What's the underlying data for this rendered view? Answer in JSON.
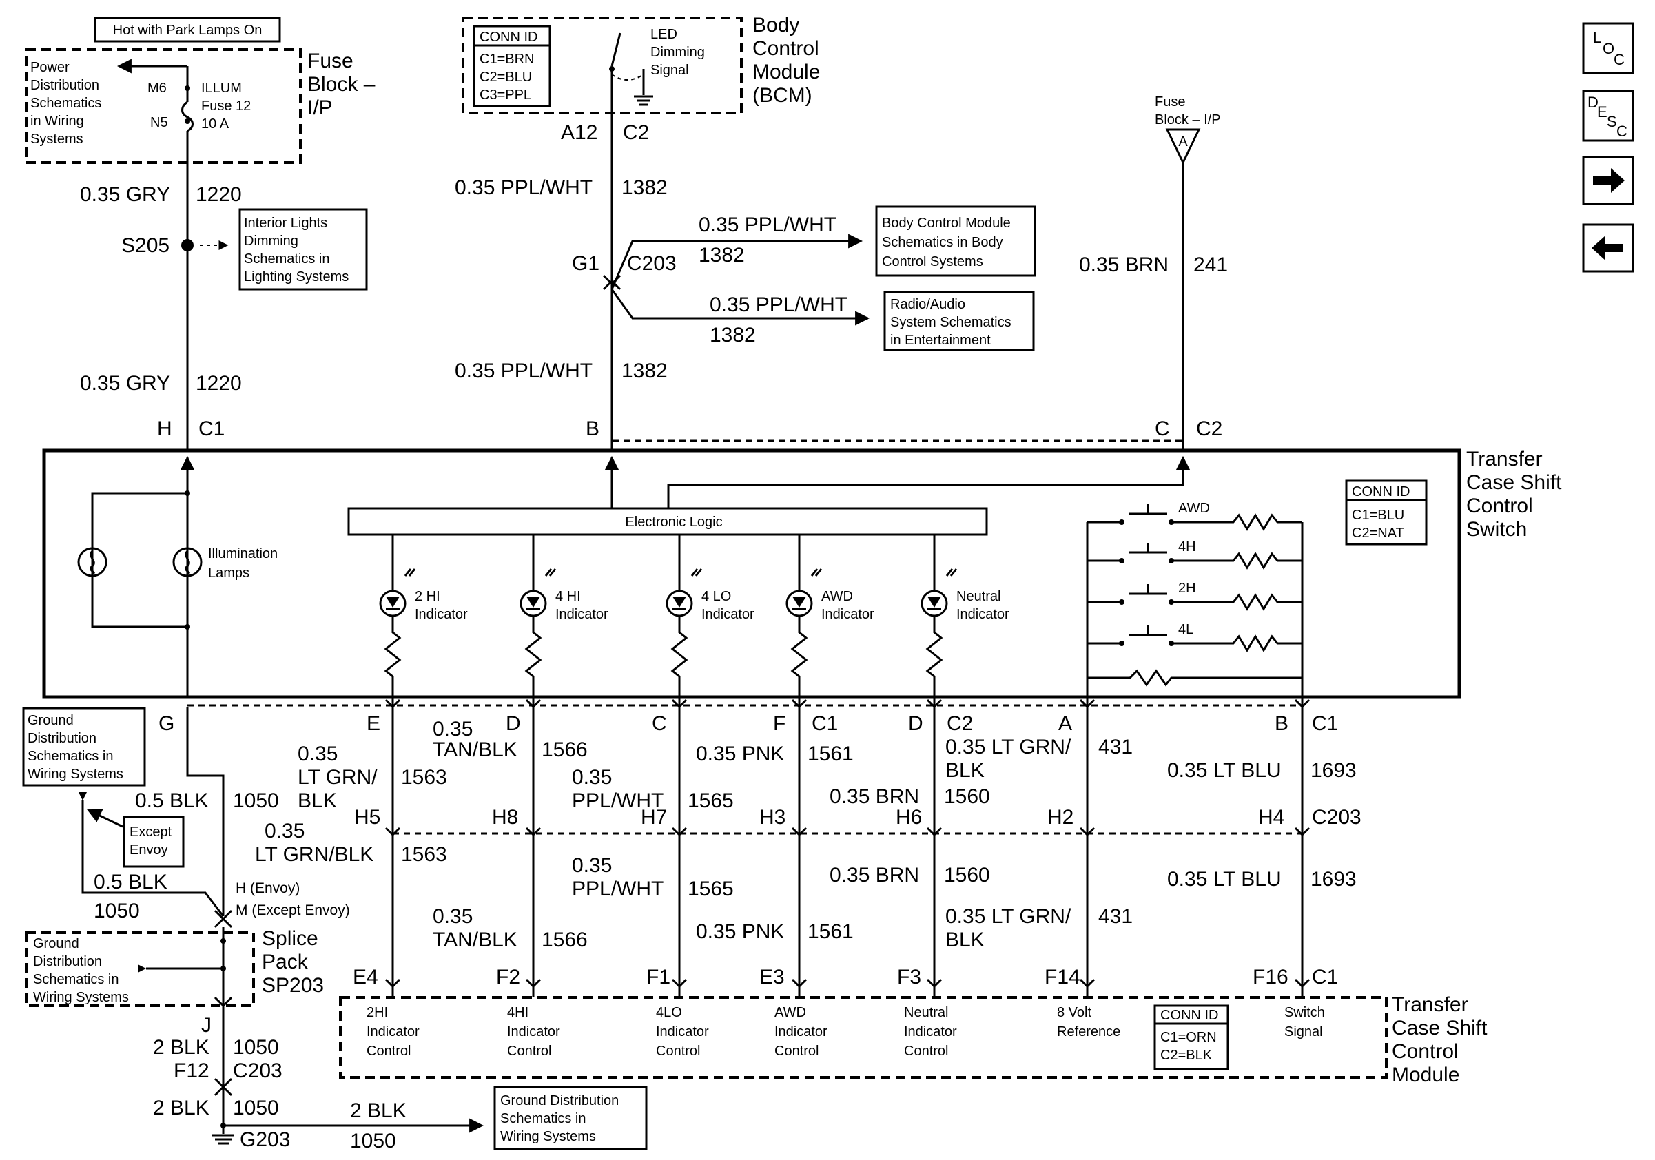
{
  "top_labels": {
    "hot_park": "Hot with Park Lamps On",
    "fuse_block_ip_title": [
      "Fuse",
      "Block –",
      "I/P"
    ],
    "power_dist": [
      "Power",
      "Distribution",
      "Schematics",
      "in Wiring",
      "Systems"
    ],
    "m6": "M6",
    "n5": "N5",
    "illum": [
      "ILLUM",
      "Fuse 12",
      "10 A"
    ],
    "bcm_conn_id": [
      "CONN ID",
      "C1=BRN",
      "C2=BLU",
      "C3=PPL"
    ],
    "led_dimming": [
      "LED",
      "Dimming",
      "Signal"
    ],
    "bcm_title": [
      "Body",
      "Control",
      "Module",
      "(BCM)"
    ],
    "fuse_block_a": [
      "Fuse",
      "Block – I/P"
    ],
    "fuse_a_letter": "A"
  },
  "wires": {
    "gry_1": "0.35 GRY",
    "gry_1_num": "1220",
    "s205": "S205",
    "interior_lights": [
      "Interior Lights",
      "Dimming",
      "Schematics in",
      "Lighting Systems"
    ],
    "gry_2": "0.35 GRY",
    "gry_2_num": "1220",
    "h_c1_h": "H",
    "h_c1_c1": "C1",
    "a12": "A12",
    "c2_bcm": "C2",
    "ppl_1": "0.35 PPL/WHT",
    "ppl_1_num": "1382",
    "g1": "G1",
    "c203_top": "C203",
    "ppl_bcm": "0.35 PPL/WHT",
    "ppl_bcm_num": "1382",
    "bcm_ref": [
      "Body Control Module",
      "Schematics in Body",
      "Control Systems"
    ],
    "ppl_radio": "0.35 PPL/WHT",
    "ppl_radio_num": "1382",
    "radio_ref": [
      "Radio/Audio",
      "System Schematics",
      "in Entertainment"
    ],
    "ppl_2": "0.35 PPL/WHT",
    "ppl_2_num": "1382",
    "b_pin": "B",
    "brn_241": "0.35 BRN",
    "brn_241_num": "241",
    "c_pin": "C",
    "c2_pin": "C2"
  },
  "switch": {
    "title": [
      "Transfer",
      "Case Shift",
      "Control",
      "Switch"
    ],
    "conn_id": [
      "CONN ID",
      "C1=BLU",
      "C2=NAT"
    ],
    "electronic_logic": "Electronic Logic",
    "illumination": [
      "Illumination",
      "Lamps"
    ],
    "indicators": [
      [
        "2 HI",
        "Indicator"
      ],
      [
        "4 HI",
        "Indicator"
      ],
      [
        "4 LO",
        "Indicator"
      ],
      [
        "AWD",
        "Indicator"
      ],
      [
        "Neutral",
        "Indicator"
      ]
    ],
    "switches": [
      "AWD",
      "4H",
      "2H",
      "4L"
    ]
  },
  "lower": {
    "pins_top": [
      "G",
      "E",
      "D",
      "C",
      "F",
      "C1",
      "D",
      "C2",
      "A",
      "B",
      "C1"
    ],
    "ground_dist_1": [
      "Ground",
      "Distribution",
      "Schematics in",
      "Wiring Systems"
    ],
    "blk_05": "0.5 BLK",
    "blk_05_num": "1050",
    "except_envoy": [
      "Except",
      "Envoy"
    ],
    "blk_05b": "0.5 BLK",
    "blk_05b_num": "1050",
    "h_envoy": "H (Envoy)",
    "m_except": "M (Except Envoy)",
    "ground_dist_2": [
      "Ground",
      "Distribution",
      "Schematics in",
      "Wiring Systems"
    ],
    "splice_pack": [
      "Splice",
      "Pack",
      "SP203"
    ],
    "j": "J",
    "blk2_1050a": "2 BLK",
    "num_1050a": "1050",
    "f12": "F12",
    "c203_low": "C203",
    "blk2_1050b": "2 BLK",
    "num_1050b": "1050",
    "g203": "G203",
    "blk2_right": "2 BLK",
    "num_right": "1050",
    "ground_dist_3": [
      "Ground Distribution",
      "Schematics in",
      "Wiring Systems"
    ],
    "upper_wires": [
      {
        "size": "0.35",
        "color": "LT GRN/",
        "color2": "BLK",
        "num": "1563"
      },
      {
        "size": "0.35",
        "color": "TAN/BLK",
        "num": "1566"
      },
      {
        "size": "0.35",
        "color": "PPL/WHT",
        "num": "1565"
      },
      {
        "label": "0.35 PNK",
        "num": "1561"
      },
      {
        "label": "0.35 BRN",
        "num": "1560"
      },
      {
        "label": "0.35 LT GRN/",
        "label2": "BLK",
        "num": "431"
      },
      {
        "label": "0.35 LT BLU",
        "num": "1693"
      }
    ],
    "mid_pins": [
      "H5",
      "H8",
      "H7",
      "H3",
      "H6",
      "H2",
      "H4",
      "C203"
    ],
    "lower_wires": [
      {
        "size": "0.35",
        "color": "LT GRN/BLK",
        "num": "1563"
      },
      {
        "size": "0.35",
        "color": "TAN/BLK",
        "num": "1566"
      },
      {
        "size": "0.35",
        "color": "PPL/WHT",
        "num": "1565"
      },
      {
        "label": "0.35 PNK",
        "num": "1561"
      },
      {
        "label": "0.35 BRN",
        "num": "1560"
      },
      {
        "label": "0.35 LT GRN/",
        "label2": "BLK",
        "num": "431"
      },
      {
        "label": "0.35 LT BLU",
        "num": "1693"
      }
    ],
    "bottom_pins": [
      "E4",
      "F2",
      "F1",
      "E3",
      "F3",
      "F14",
      "F16",
      "C1"
    ],
    "module_cells": [
      [
        "2HI",
        "Indicator",
        "Control"
      ],
      [
        "4HI",
        "Indicator",
        "Control"
      ],
      [
        "4LO",
        "Indicator",
        "Control"
      ],
      [
        "AWD",
        "Indicator",
        "Control"
      ],
      [
        "Neutral",
        "Indicator",
        "Control"
      ],
      [
        "8 Volt",
        "Reference"
      ],
      [
        "Switch",
        "Signal"
      ]
    ],
    "module_conn_id": [
      "CONN ID",
      "C1=ORN",
      "C2=BLK"
    ],
    "module_title": [
      "Transfer",
      "Case Shift",
      "Control",
      "Module"
    ]
  },
  "nav": {
    "loc": [
      "L",
      "O",
      "C"
    ],
    "desc": [
      "D",
      "E",
      "S",
      "C"
    ],
    "forward_arrow": "→",
    "back_arrow": "←"
  }
}
